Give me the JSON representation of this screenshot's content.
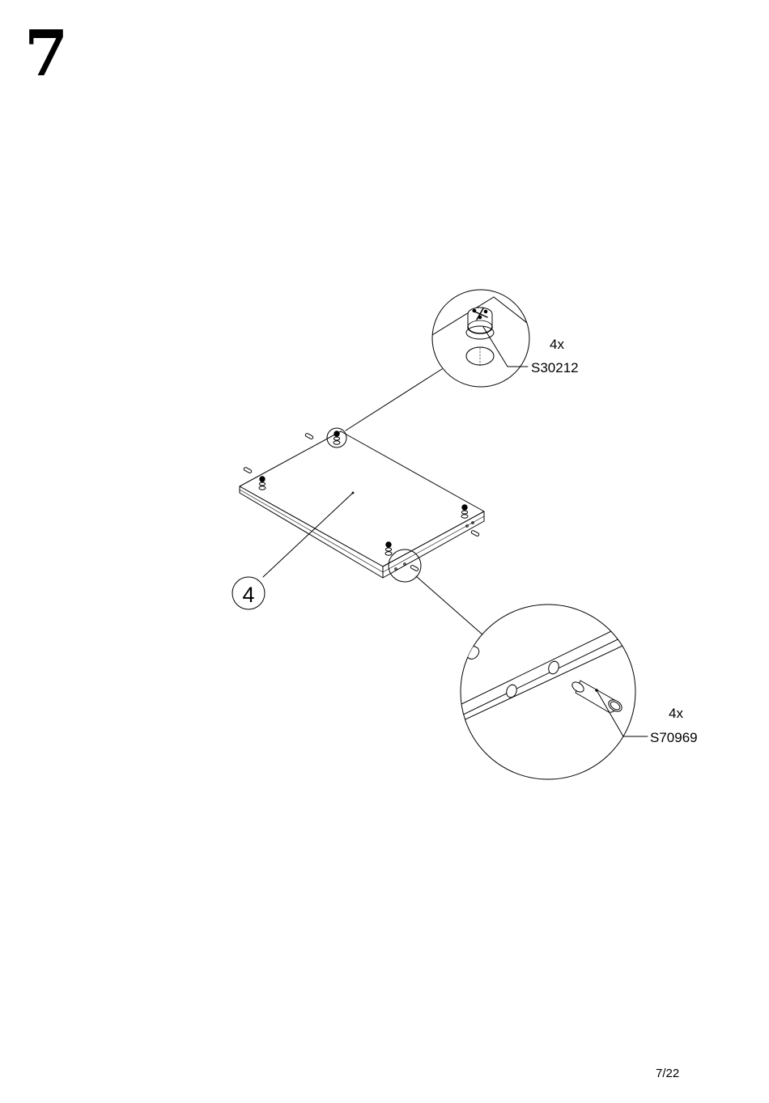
{
  "step": {
    "number": "7"
  },
  "panel": {
    "part_number": "4"
  },
  "callouts": [
    {
      "quantity": "4x",
      "part_code": "S30212",
      "part_type": "cam-lock"
    },
    {
      "quantity": "4x",
      "part_code": "S70969",
      "part_type": "wooden-dowel"
    }
  ],
  "footer": {
    "page": "7/22"
  }
}
